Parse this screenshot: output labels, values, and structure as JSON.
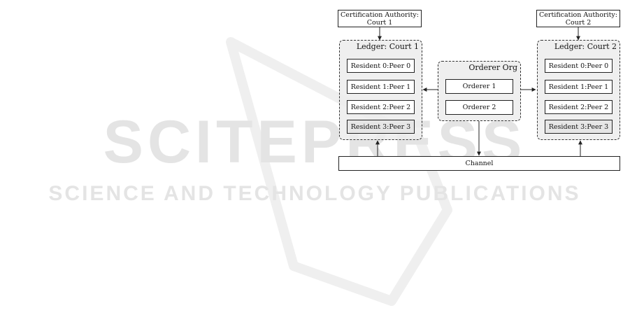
{
  "watermark": {
    "main": "SCITEPRESS",
    "sub": "SCIENCE AND TECHNOLOGY PUBLICATIONS",
    "color": "#e2e2e2"
  },
  "ca1": {
    "line1": "Certification Authority:",
    "line2": "Court 1"
  },
  "ca2": {
    "line1": "Certification Authority:",
    "line2": "Court 2"
  },
  "ledger1": {
    "title": "Ledger: Court 1",
    "peers": [
      "Resident 0:Peer 0",
      "Resident 1:Peer 1",
      "Resident 2:Peer 2",
      "Resident 3:Peer 3"
    ]
  },
  "ledger2": {
    "title": "Ledger: Court 2",
    "peers": [
      "Resident 0:Peer 0",
      "Resident 1:Peer 1",
      "Resident 2:Peer 2",
      "Resident 3:Peer 3"
    ]
  },
  "orderer": {
    "title": "Orderer Org",
    "nodes": [
      "Orderer 1",
      "Orderer 2"
    ]
  },
  "channel": {
    "label": "Channel"
  },
  "colors": {
    "stroke": "#222222",
    "group_fill": "#ececec",
    "highlight_fill": "#e6e6e6"
  }
}
